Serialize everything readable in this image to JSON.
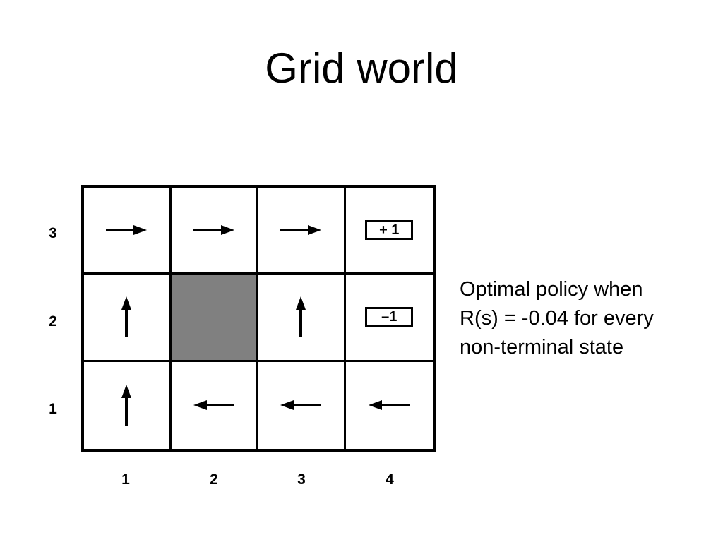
{
  "title": "Grid world",
  "grid": {
    "rows": [
      [
        {
          "type": "arrow",
          "dir": "right"
        },
        {
          "type": "arrow",
          "dir": "right"
        },
        {
          "type": "arrow",
          "dir": "right"
        },
        {
          "type": "terminal",
          "label": "+ 1"
        }
      ],
      [
        {
          "type": "arrow",
          "dir": "up"
        },
        {
          "type": "wall"
        },
        {
          "type": "arrow",
          "dir": "up"
        },
        {
          "type": "terminal",
          "label": "–1"
        }
      ],
      [
        {
          "type": "arrow",
          "dir": "up"
        },
        {
          "type": "arrow",
          "dir": "left"
        },
        {
          "type": "arrow",
          "dir": "left"
        },
        {
          "type": "arrow",
          "dir": "left"
        }
      ]
    ],
    "row_labels": [
      "3",
      "2",
      "1"
    ],
    "col_labels": [
      "1",
      "2",
      "3",
      "4"
    ],
    "wall_color": "#808080"
  },
  "caption": {
    "line1": "Optimal policy when",
    "line2": "R(s) = -0.04 for every",
    "line3": "non-terminal state"
  }
}
